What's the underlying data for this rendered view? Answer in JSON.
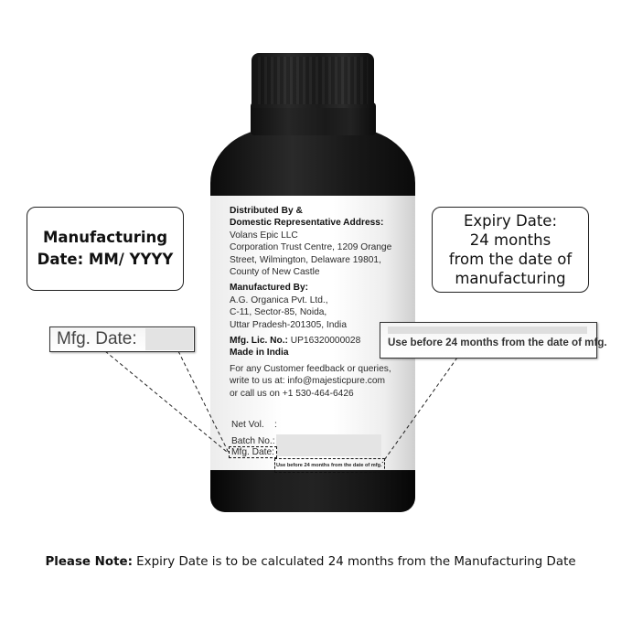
{
  "bottle": {
    "label": {
      "distributed_heading_1": "Distributed By &",
      "distributed_heading_2": "Domestic Representative Address:",
      "distributor_lines": [
        "Volans Epic LLC",
        "Corporation Trust Centre, 1209 Orange",
        "Street, Wilmington, Delaware 19801,",
        "County of New Castle"
      ],
      "manufactured_heading": "Manufactured By:",
      "manufacturer_lines": [
        "A.G. Organica Pvt. Ltd.,",
        "C-11, Sector-85, Noida,",
        "Uttar Pradesh-201305, India"
      ],
      "mfg_lic_label": "Mfg. Lic. No.:",
      "mfg_lic_value": " UP16320000028",
      "made_in": "Made in India",
      "contact_lines": [
        "For any Customer feedback or queries,",
        "write to us at: info@majesticpure.com",
        "or call us on +1 530-464-6426"
      ],
      "net_vol_label": "Net Vol.    :",
      "batch_label": "Batch No.:",
      "mfg_date_label": "Mfg. Date:",
      "use_before_small": "Use before 24 months from the date of mfg."
    }
  },
  "callouts": {
    "manufacturing": {
      "line1": "Manufacturing",
      "line2": "Date: MM/ YYYY"
    },
    "expiry": {
      "line1": "Expiry Date:",
      "line2": "24 months",
      "line3": "from the date of",
      "line4": "manufacturing"
    },
    "mfg_date_zoom": "Mfg. Date:",
    "use_before_zoom": "Use before 24 months from the date of mfg."
  },
  "footer_note": {
    "bold": "Please Note:",
    "text": " Expiry Date is to be calculated 24 months from the Manufacturing Date"
  }
}
